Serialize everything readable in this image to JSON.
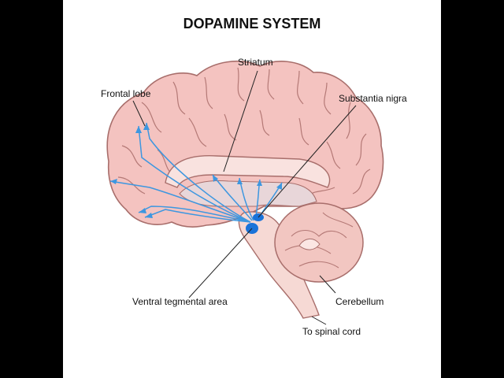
{
  "title": "DOPAMINE SYSTEM",
  "labels": {
    "striatum": "Striatum",
    "frontal_lobe": "Frontal lobe",
    "substantia_nigra": "Substantia nigra",
    "ventral_tegmental_area": "Ventral tegmental area",
    "cerebellum": "Cerebellum",
    "to_spinal_cord": "To spinal cord"
  },
  "colors": {
    "background": "#000000",
    "panel": "#ffffff",
    "brain_fill": "#f4c3c0",
    "brain_stroke": "#a86e6b",
    "white_matter": "#f9e2df",
    "dopamine_pathway": "#3d97e0",
    "nuclei": "#1a73d9"
  }
}
